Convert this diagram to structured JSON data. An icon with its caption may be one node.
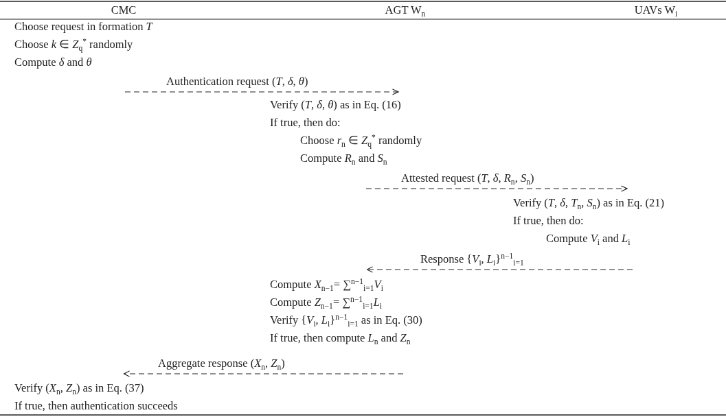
{
  "diagram": {
    "nodes": [
      {
        "text": [
          "Choose request in formation *T*",
          "Choose *k* ∈ *Z*$_{q}$$^{*}$ randomly",
          "Compute *δ* and *θ*"
        ]
      },
      {
        "text": [
          "Verify (*T*, *δ*, *θ*) as in Eq. (16)",
          "If true, then do:",
          "Choose *r*$_{n}$ ∈ *Z*$_{q}$$^{*}$ randomly",
          "Compute *R*$_{n}$ and *S*$_{n}$"
        ]
      },
      {
        "text": [
          "Verify (*T*, *δ*, *T*$_{n}$, *S*$_{n}$) as in Eq. (21)",
          "If true, then do:",
          "Compute *V*$_{i}$ and *L*$_{i}$"
        ]
      },
      {
        "text": [
          "Compute *X*$_{n−1}$= ∑$^{n−1}$$_{i=1}$*V*$_{i}$",
          "Compute *Z*$_{n−1}$= ∑$^{n−1}$$_{i=1}$*L*$_{i}$",
          "Verify {*V*$_{i}$, *L*$_{i}$}$^{n−1}$$_{i=1}$ as in Eq. (30)",
          "If true, then compute *L*$_{n}$ and *Z*$_{n}$"
        ]
      },
      {
        "text": [
          "Verify (*X*$_{n}$, *Z*$_{n}$) as in Eq. (37)",
          "If true, then authentication succeeds"
        ]
      }
    ],
    "edges": [
      {
        "from": 0,
        "to": 1,
        "arrow": "to",
        "label": "Authentication request (*T*, *δ*, *θ*)",
        "style": "dashed"
      },
      {
        "from": 1,
        "to": 2,
        "arrow": "to",
        "label": "Attested request (*T*, *δ*, *R*$_{n}$, *S*$_{n}$)",
        "style": "dashed"
      },
      {
        "from": 2,
        "to": 3,
        "arrow": "to",
        "label": "Response {*V*$_{i}$, *L*$_{i}$}$^{n−1}$$_{i=1}$",
        "style": "dashed"
      },
      {
        "from": 3,
        "to": 4,
        "arrow": "to",
        "label": "Aggregate response (*X*$_{n}$, *Z*$_{n}$)",
        "style": "dashed"
      }
    ],
    "labels": [
      "CMC",
      "AGT W$_{n}$",
      "UAVs W$_{i}$"
    ]
  }
}
